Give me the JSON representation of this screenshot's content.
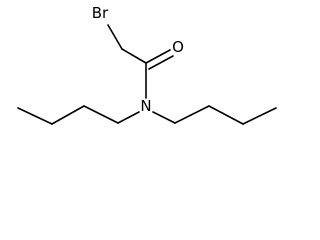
{
  "molecule": {
    "atoms": {
      "bromine": "Br",
      "oxygen": "O",
      "nitrogen": "N"
    },
    "colors": {
      "bond": "#000000",
      "label": "#000000",
      "background": "#ffffff"
    }
  }
}
